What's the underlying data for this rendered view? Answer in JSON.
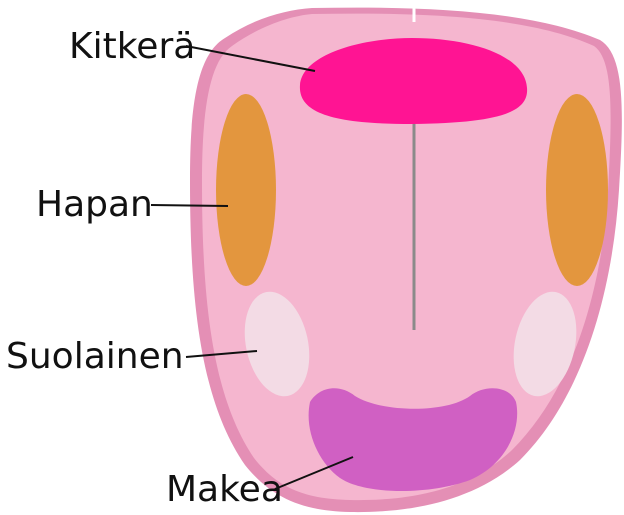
{
  "labels": {
    "bitter": "Kitkerä",
    "sour": "Hapan",
    "salty": "Suolainen",
    "sweet": "Makea"
  },
  "colors": {
    "tongue_outer": "#e48fb5",
    "tongue_inner": "#f5b6cf",
    "bitter": "#ff1493",
    "sour": "#e3963e",
    "salty": "#f3dbe5",
    "sweet": "#d060c3",
    "midline": "#8a8a8a"
  }
}
